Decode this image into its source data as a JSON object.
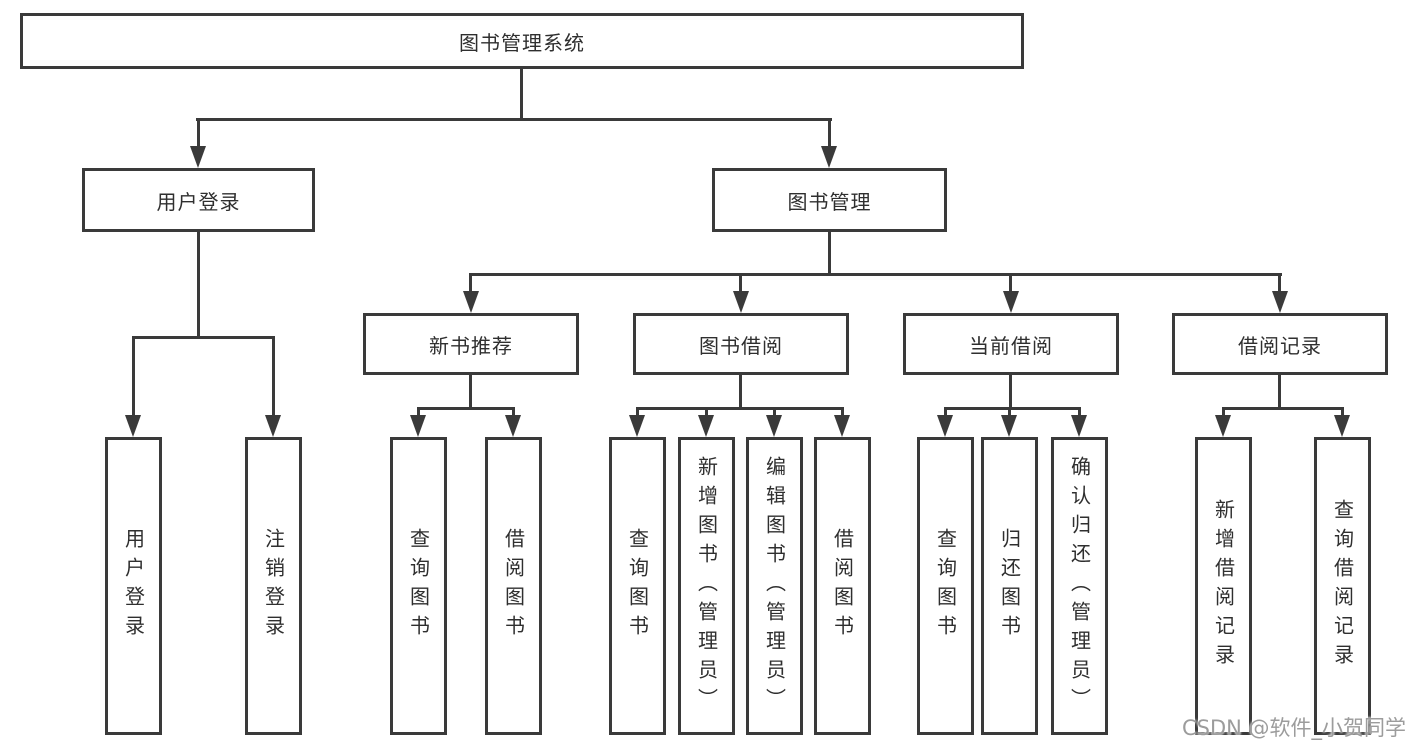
{
  "diagram": {
    "title": "图书管理系统",
    "level2": {
      "user": "用户登录",
      "management": "图书管理"
    },
    "level3": {
      "recommend": "新书推荐",
      "borrow": "图书借阅",
      "current": "当前借阅",
      "records": "借阅记录"
    },
    "leaves": {
      "user": [
        "用户登录",
        "注销登录"
      ],
      "recommend": [
        "查询图书",
        "借阅图书"
      ],
      "borrow": [
        "查询图书",
        "新增图书（管理员）",
        "编辑图书（管理员）",
        "借阅图书"
      ],
      "current": [
        "查询图书",
        "归还图书",
        "确认归还（管理员）"
      ],
      "records": [
        "新增借阅记录",
        "查询借阅记录"
      ]
    },
    "colors": {
      "line": "#3a3a3a",
      "text": "#2f2f2f",
      "background": "#ffffff"
    }
  },
  "watermark": {
    "text": "CSDN @软件_小贺同学",
    "color": "#9c9c9c"
  }
}
